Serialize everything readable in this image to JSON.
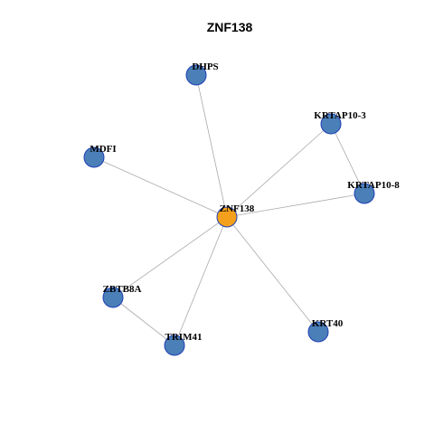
{
  "title": "ZNF138",
  "colors": {
    "center_fill": "#f5a01d",
    "center_stroke": "#333333",
    "node_fill": "#4a7fb8",
    "node_stroke": "#1f3fb5",
    "edge": "#aaaaaa"
  },
  "nodes": [
    {
      "id": "ZNF138",
      "label": "ZNF138",
      "center": true
    },
    {
      "id": "DHPS",
      "label": "DHPS"
    },
    {
      "id": "KRTAP10-3",
      "label": "KRTAP10-3"
    },
    {
      "id": "MDFI",
      "label": "MDFI"
    },
    {
      "id": "KRTAP10-8",
      "label": "KRTAP10-8"
    },
    {
      "id": "ZBTB8A",
      "label": "ZBTB8A"
    },
    {
      "id": "TRIM41",
      "label": "TRIM41"
    },
    {
      "id": "KRT40",
      "label": "KRT40"
    }
  ],
  "edges": [
    [
      "ZNF138",
      "DHPS"
    ],
    [
      "ZNF138",
      "KRTAP10-3"
    ],
    [
      "ZNF138",
      "MDFI"
    ],
    [
      "ZNF138",
      "KRTAP10-8"
    ],
    [
      "ZNF138",
      "ZBTB8A"
    ],
    [
      "ZNF138",
      "TRIM41"
    ],
    [
      "ZNF138",
      "KRT40"
    ],
    [
      "KRTAP10-3",
      "KRTAP10-8"
    ],
    [
      "ZBTB8A",
      "TRIM41"
    ]
  ]
}
